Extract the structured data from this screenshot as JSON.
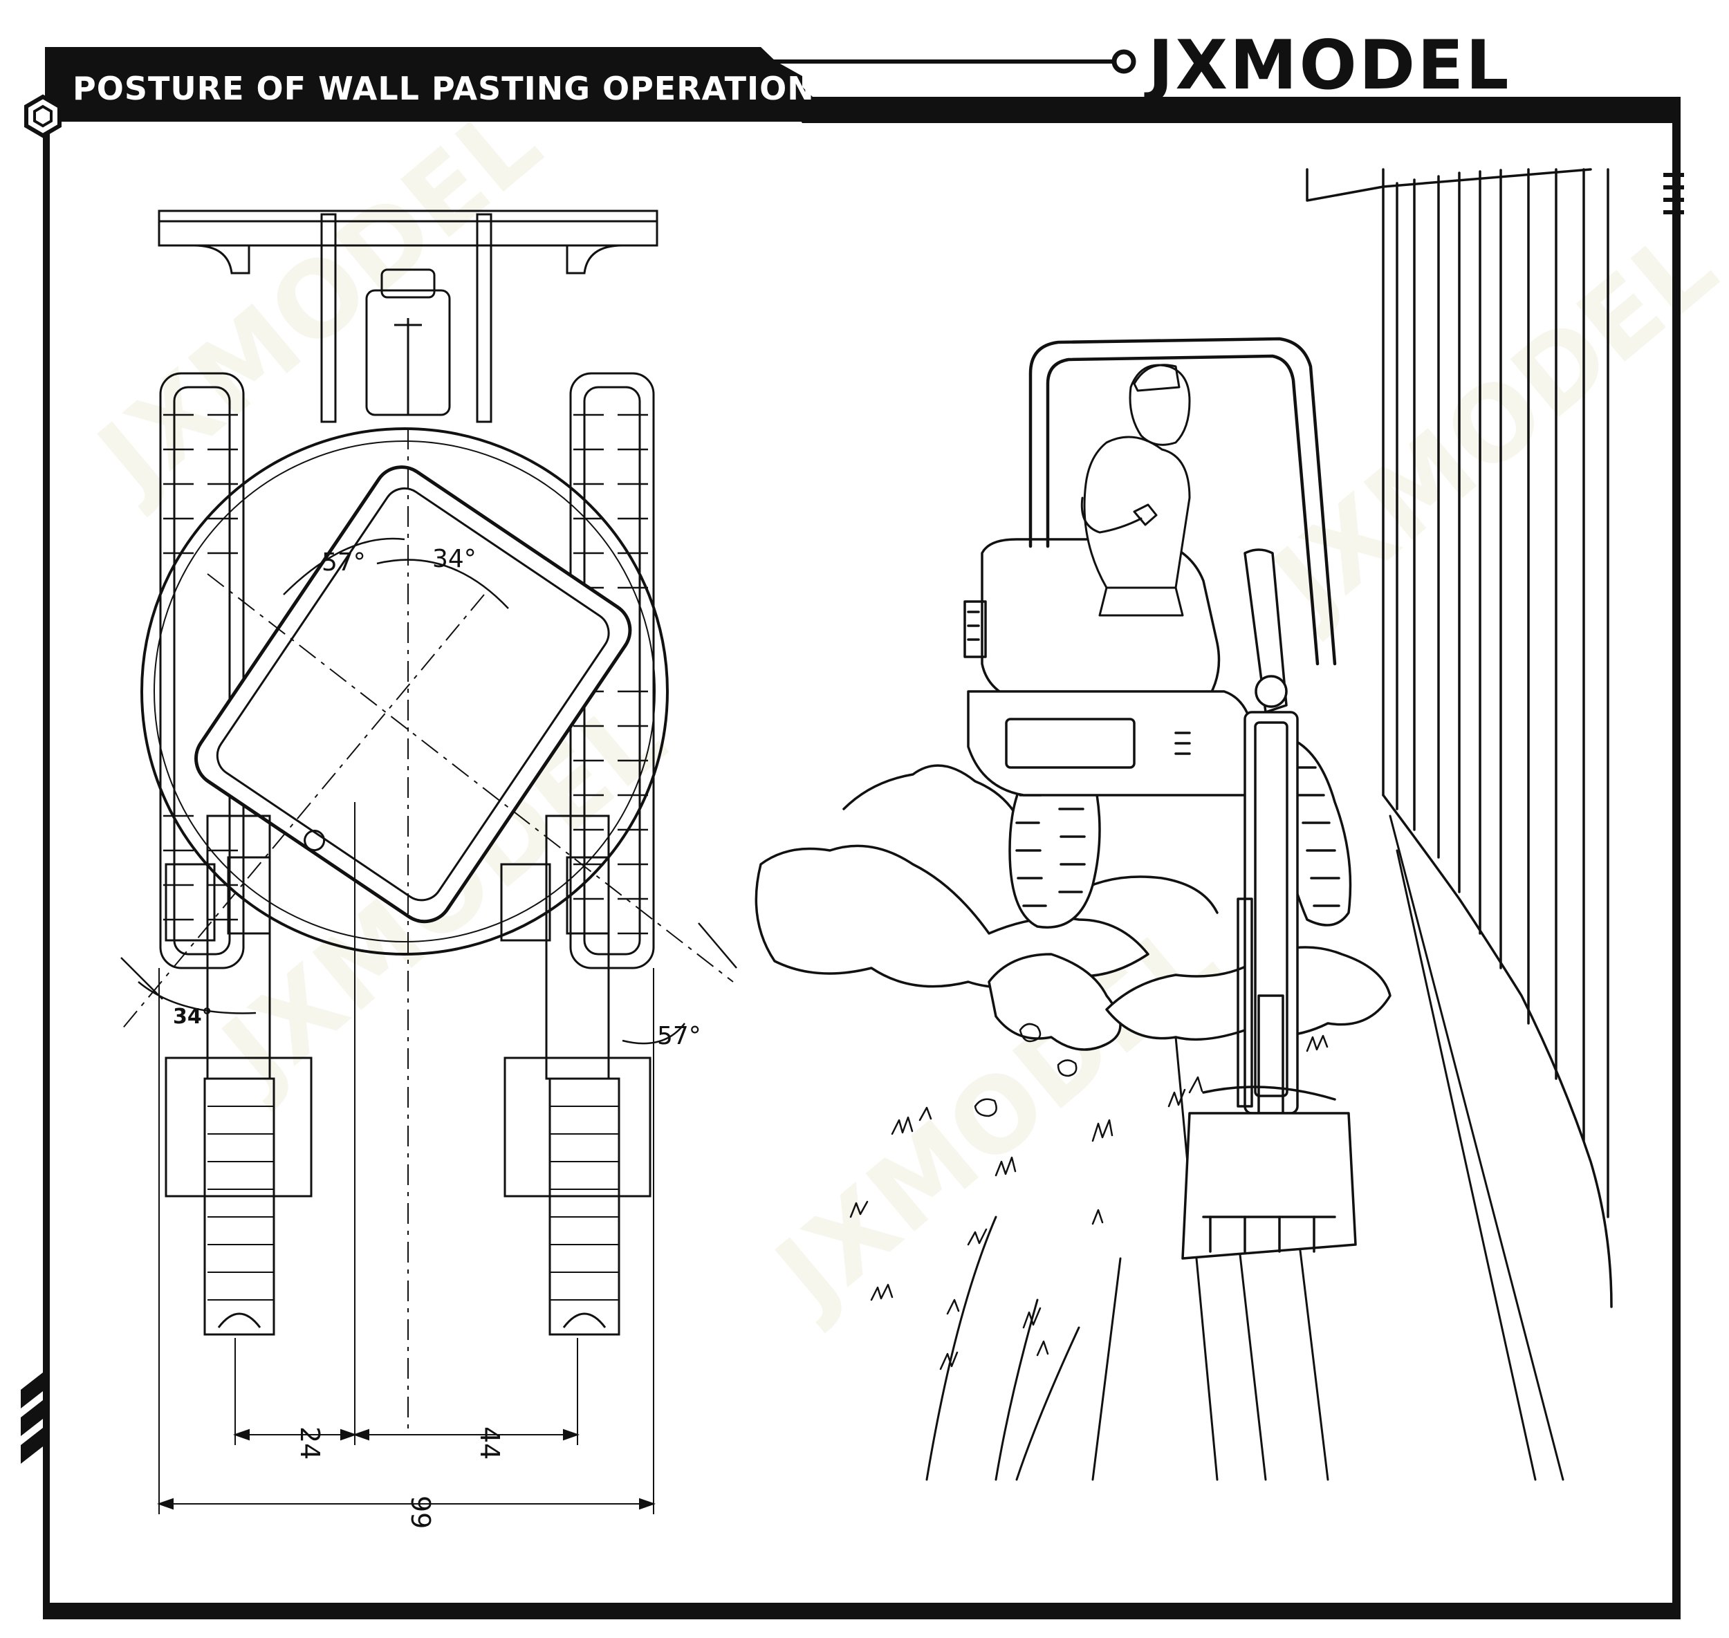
{
  "header": {
    "title": "POSTURE OF WALL PASTING OPERATION",
    "brand": "JXMODEL"
  },
  "diagram": {
    "angle_labels": {
      "swing_left_top": "57°",
      "swing_right_top": "34°",
      "boom_left": "34°",
      "boom_right": "57°"
    },
    "dimensions": {
      "inner_left": "24",
      "inner_right": "44",
      "overall": "99"
    }
  },
  "watermark": "JXMODEL",
  "colors": {
    "frame": "#111111",
    "background": "#ffffff",
    "title_text": "#ffffff",
    "watermark": "#eeeedd"
  }
}
